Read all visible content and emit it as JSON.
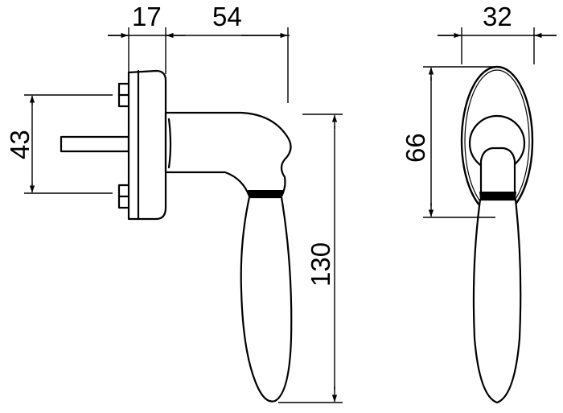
{
  "dimensions": {
    "rosette_depth": "17",
    "lever_projection": "54",
    "rosette_width": "32",
    "spindle_spacing": "43",
    "rosette_height": "66",
    "handle_length": "130"
  }
}
